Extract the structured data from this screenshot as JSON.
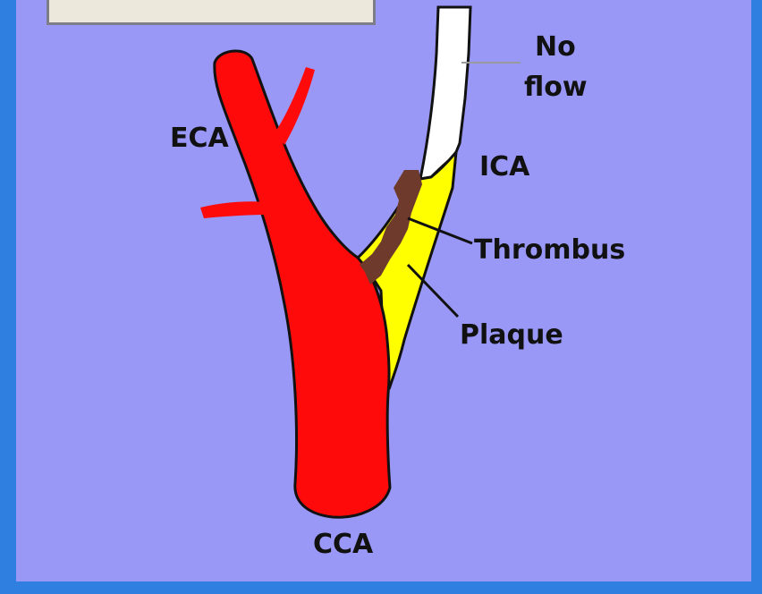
{
  "colors": {
    "frame": "#2f7fe0",
    "background": "#9a98f6",
    "artery": "#ff0a0a",
    "plaque": "#ffff00",
    "thrombus": "#6e3a2c",
    "no_flow": "#ffffff",
    "caption_box": "#ece8dc"
  },
  "labels": {
    "eca": "ECA",
    "ica": "ICA",
    "cca": "CCA",
    "thrombus": "Thrombus",
    "plaque": "Plaque",
    "no_flow_line1": "No",
    "no_flow_line2": "flow"
  }
}
